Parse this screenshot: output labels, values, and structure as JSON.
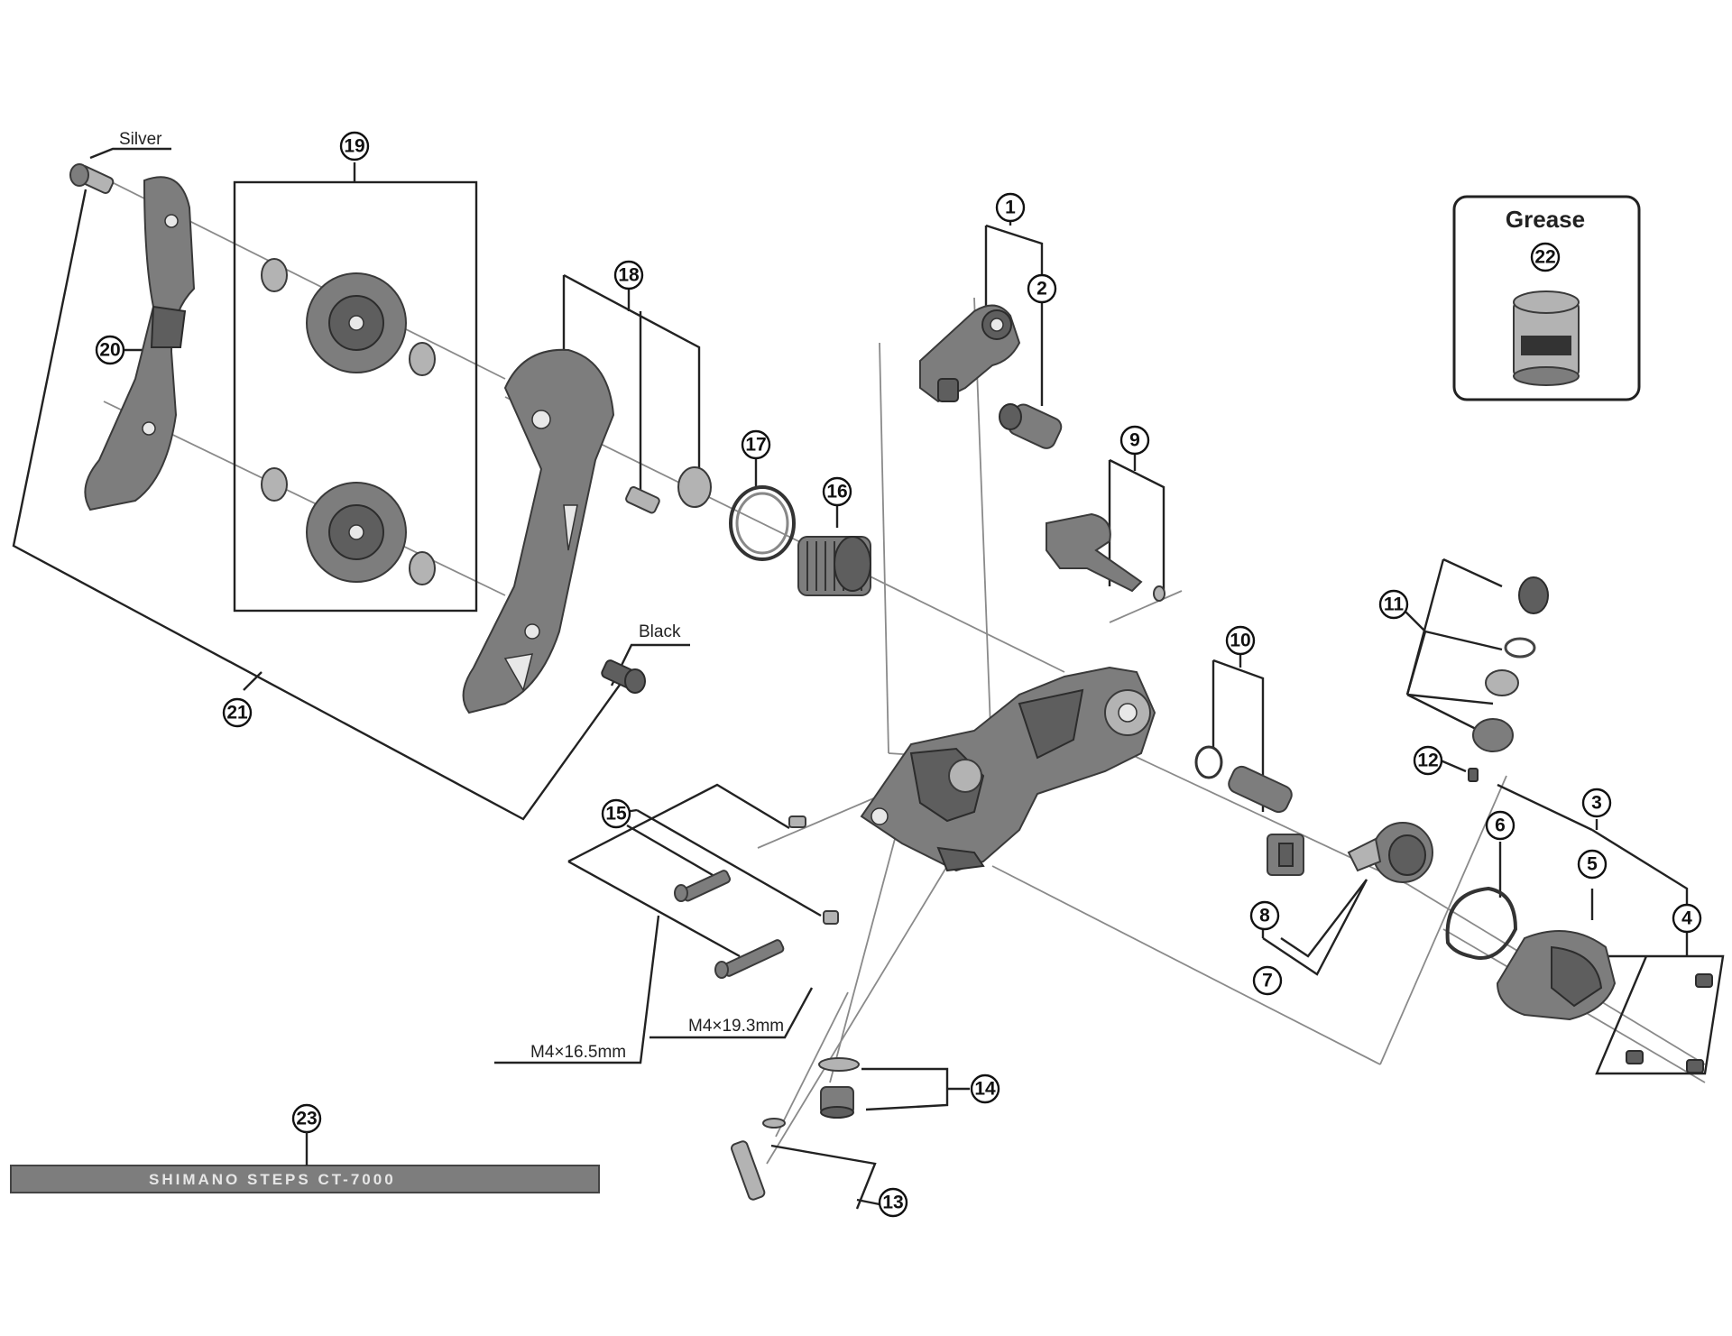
{
  "callouts": [
    "1",
    "2",
    "3",
    "4",
    "5",
    "6",
    "7",
    "8",
    "9",
    "10",
    "11",
    "12",
    "13",
    "14",
    "15",
    "16",
    "17",
    "18",
    "19",
    "20",
    "21",
    "22",
    "23"
  ],
  "labels": {
    "silver": "Silver",
    "black": "Black",
    "grease": "Grease",
    "bolt_short": "M4×16.5mm",
    "bolt_long": "M4×19.3mm"
  },
  "cable_print": "SHIMANO STEPS  CT-7000"
}
